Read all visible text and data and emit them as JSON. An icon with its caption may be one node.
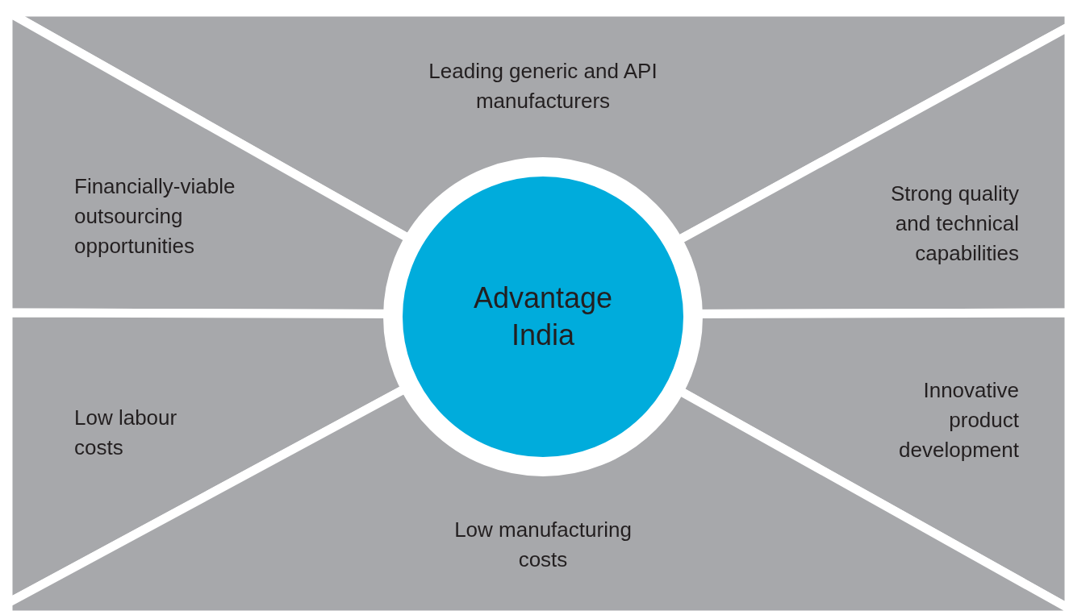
{
  "diagram": {
    "nodes": [
      {
        "text": [
          "Leading generic and API manufacturers"
        ]
      },
      {
        "text": [
          "Financially-viable outsourcing opportunities"
        ]
      },
      {
        "text": [
          "Strong quality and technical capabilities"
        ]
      },
      {
        "text": [
          "Advantage India"
        ]
      },
      {
        "text": [
          "Low labour costs"
        ]
      },
      {
        "text": [
          "Innovative product development"
        ]
      },
      {
        "text": [
          "Low manufacturing costs"
        ]
      }
    ],
    "edges": []
  }
}
